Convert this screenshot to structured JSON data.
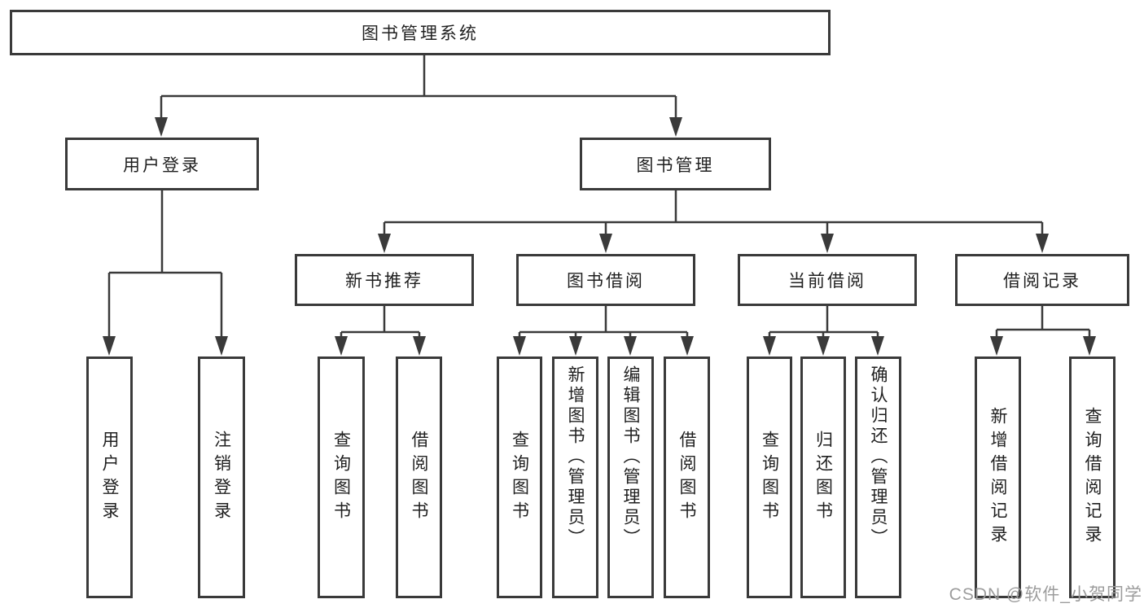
{
  "tree": {
    "root": {
      "label": "图书管理系统"
    },
    "branches": [
      {
        "label": "用户登录",
        "children": [
          {
            "label": "用户登录"
          },
          {
            "label": "注销登录"
          }
        ]
      },
      {
        "label": "图书管理",
        "children": [
          {
            "label": "新书推荐",
            "children": [
              {
                "label": "查询图书"
              },
              {
                "label": "借阅图书"
              }
            ]
          },
          {
            "label": "图书借阅",
            "children": [
              {
                "label": "查询图书"
              },
              {
                "label": "新增图书（管理员）"
              },
              {
                "label": "编辑图书（管理员）"
              },
              {
                "label": "借阅图书"
              }
            ]
          },
          {
            "label": "当前借阅",
            "children": [
              {
                "label": "查询图书"
              },
              {
                "label": "归还图书"
              },
              {
                "label": "确认归还（管理员）"
              }
            ]
          },
          {
            "label": "借阅记录",
            "children": [
              {
                "label": "新增借阅记录"
              },
              {
                "label": "查询借阅记录"
              }
            ]
          }
        ]
      }
    ]
  },
  "watermark": {
    "text": "CSDN @软件_小贺同学"
  },
  "colors": {
    "line": "#3a3a3a",
    "text": "#1f1f1f",
    "watermark": "#9c9c9c",
    "background": "#ffffff"
  }
}
